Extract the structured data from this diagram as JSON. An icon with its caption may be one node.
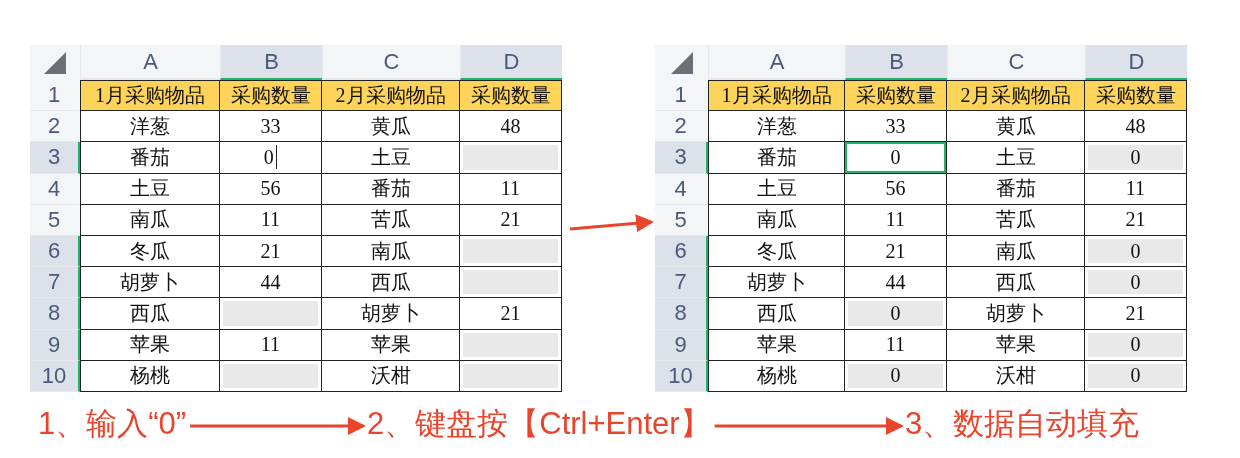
{
  "diagram": {
    "nodes": [
      {
        "text": [],
        "shape": "box"
      },
      {
        "text": [],
        "shape": "box"
      },
      {
        "text": [
          "1、输入“0”"
        ]
      },
      {
        "text": [
          "2、键盘按【Ctrl+Enter】"
        ]
      },
      {
        "text": [
          "3、数据自动填充"
        ]
      }
    ],
    "edges": [
      {
        "from": 0,
        "to": 1,
        "arrow": "to"
      },
      {
        "from": 2,
        "to": 3,
        "arrow": "to"
      },
      {
        "from": 3,
        "to": 4,
        "arrow": "to"
      }
    ],
    "labels": [
      "A",
      "B",
      "C",
      "D",
      "1",
      "1月采购物品",
      "采购数量",
      "2月采购物品",
      "采购数量",
      "2",
      "洋葱",
      "33",
      "黄瓜",
      "48",
      "3",
      "番茄",
      "0",
      "土豆",
      "4",
      "土豆",
      "56",
      "番茄",
      "11",
      "5",
      "南瓜",
      "11",
      "苦瓜",
      "21",
      "6",
      "冬瓜",
      "21",
      "南瓜",
      "7",
      "胡萝卜",
      "44",
      "西瓜",
      "8",
      "西瓜",
      "胡萝卜",
      "21",
      "9",
      "苹果",
      "11",
      "苹果",
      "10",
      "杨桃",
      "沃柑",
      "A",
      "B",
      "C",
      "D",
      "1",
      "1月采购物品",
      "采购数量",
      "2月采购物品",
      "采购数量",
      "2",
      "洋葱",
      "33",
      "黄瓜",
      "48",
      "3",
      "番茄",
      "0",
      "土豆",
      "0",
      "4",
      "土豆",
      "56",
      "番茄",
      "11",
      "5",
      "南瓜",
      "11",
      "苦瓜",
      "21",
      "6",
      "冬瓜",
      "21",
      "南瓜",
      "0",
      "7",
      "胡萝卜",
      "44",
      "西瓜",
      "0",
      "8",
      "西瓜",
      "0",
      "胡萝卜",
      "21",
      "9",
      "苹果",
      "11",
      "苹果",
      "0",
      "10",
      "杨桃",
      "0",
      "沃柑",
      "0"
    ]
  }
}
